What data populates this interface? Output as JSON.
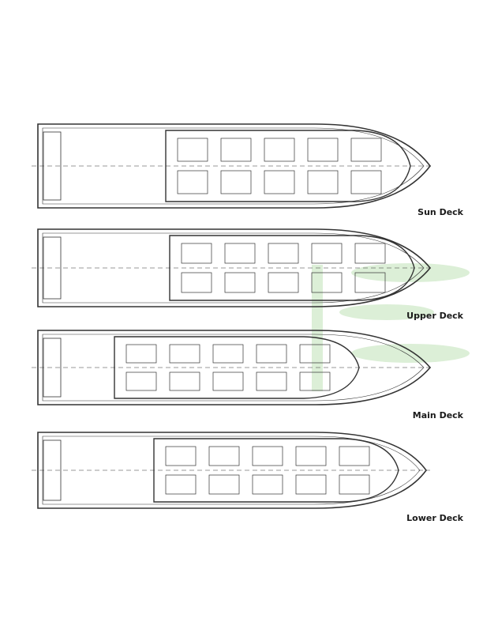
{
  "decks": [
    {
      "name": "Sun Deck"
    },
    {
      "name": "Upper Deck"
    },
    {
      "name": "Main Deck"
    },
    {
      "name": "Lower Deck"
    }
  ],
  "colors": {
    "line": "#333333",
    "watermark": "#d9edd4",
    "label": "#1a1a1a"
  }
}
